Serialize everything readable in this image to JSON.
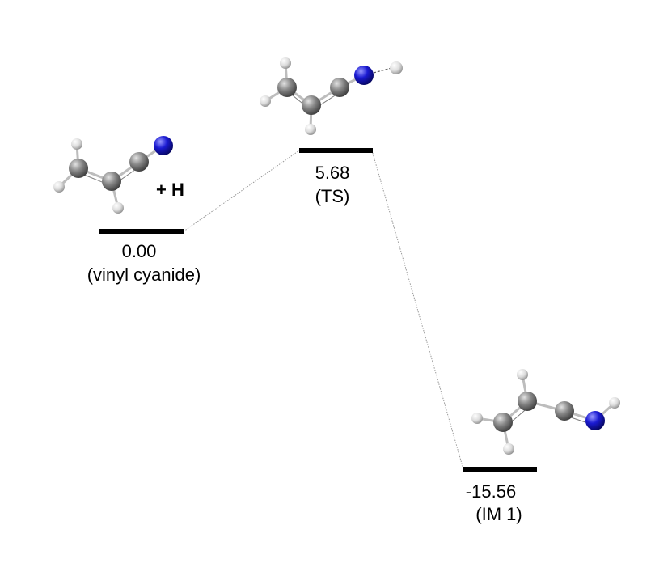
{
  "colors": {
    "background": "#ffffff",
    "level_bar": "#000000",
    "connector": "#999999",
    "carbon": "#7a7a7a",
    "nitrogen": "#1414c8",
    "hydrogen": "#e6e6e6"
  },
  "levels": [
    {
      "energy": "0.00",
      "name": "(vinyl cyanide)"
    },
    {
      "energy": "5.68",
      "name": "(TS)"
    },
    {
      "energy": "-15.56",
      "name": "(IM 1)"
    }
  ],
  "reagent": "+ H",
  "molecules": [
    {
      "icon": "vinyl-cyanide-molecule-icon",
      "atoms": [
        "C",
        "C",
        "C",
        "N",
        "H",
        "H",
        "H"
      ]
    },
    {
      "icon": "transition-state-molecule-icon",
      "atoms": [
        "C",
        "C",
        "C",
        "N",
        "H",
        "H",
        "H",
        "H"
      ]
    },
    {
      "icon": "im1-molecule-icon",
      "atoms": [
        "C",
        "C",
        "C",
        "N",
        "H",
        "H",
        "H",
        "H"
      ]
    }
  ]
}
